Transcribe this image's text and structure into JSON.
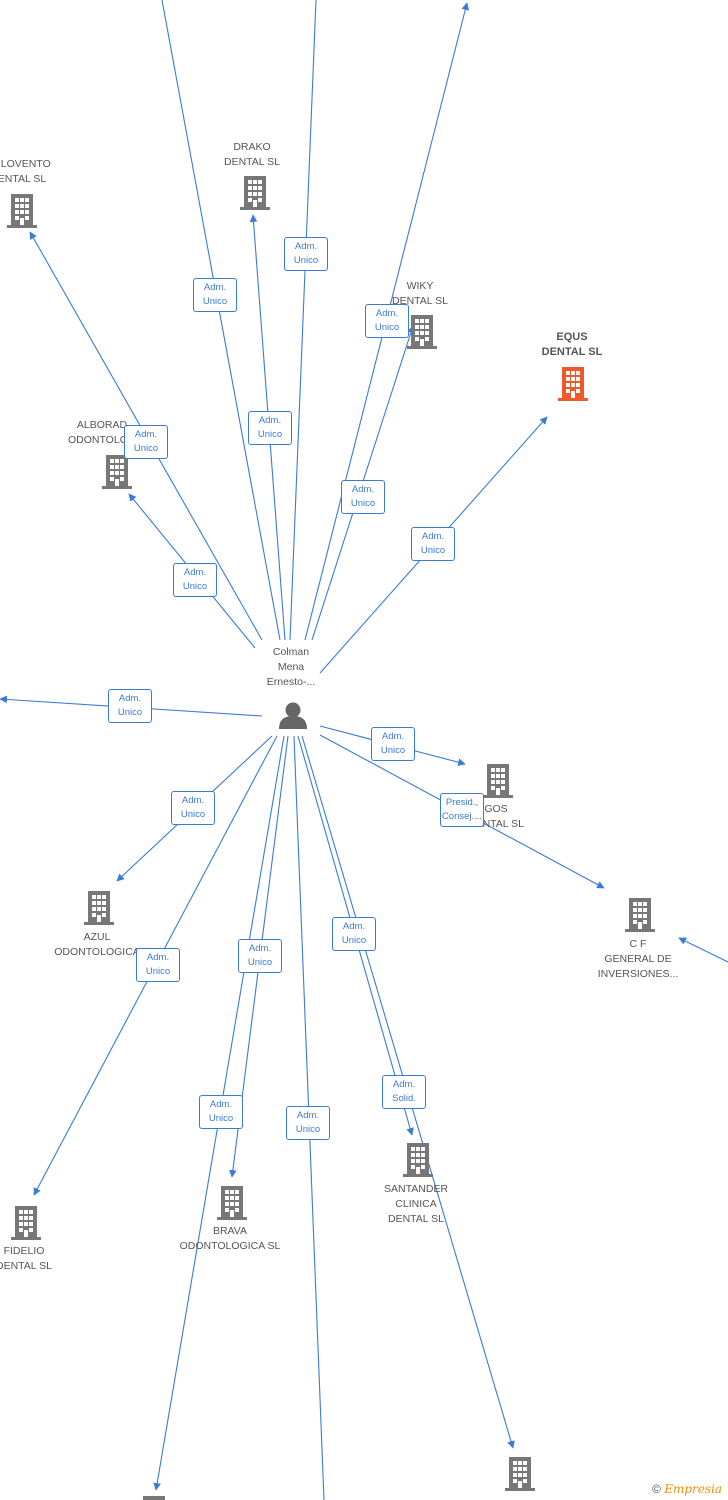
{
  "colors": {
    "edge": "#3a7bd5",
    "building": "#777777",
    "focus_building": "#f05a28",
    "person": "#666666"
  },
  "center": {
    "label": "Colman\nMena\nErnesto-..."
  },
  "nodes": [
    {
      "id": "barlovento",
      "label": "RLOVENTO\nENTAL SL",
      "icon": "building-icon"
    },
    {
      "id": "drako",
      "label": "DRAKO\nDENTAL SL",
      "icon": "building-icon"
    },
    {
      "id": "wiky",
      "label": "WIKY\nDENTAL SL",
      "icon": "building-icon"
    },
    {
      "id": "equs",
      "label": "EQUS\nDENTAL SL",
      "icon": "building-icon",
      "focus": true
    },
    {
      "id": "alborada",
      "label": "ALBORAD\nODONTOLOG",
      "icon": "building-icon"
    },
    {
      "id": "lagos",
      "label": "GOS\nDENTAL SL",
      "icon": "building-icon"
    },
    {
      "id": "cf",
      "label": "C F\nGENERAL DE\nINVERSIONES...",
      "icon": "building-icon"
    },
    {
      "id": "azul",
      "label": "AZUL\nODONTOLOGICA",
      "icon": "building-icon"
    },
    {
      "id": "santander",
      "label": "SANTANDER\nCLINICA\nDENTAL SL",
      "icon": "building-icon"
    },
    {
      "id": "brava",
      "label": "BRAVA\nODONTOLOGICA SL",
      "icon": "building-icon"
    },
    {
      "id": "fidelio",
      "label": "FIDELIO\nDENTAL SL",
      "icon": "building-icon"
    },
    {
      "id": "bottom-right",
      "label": "",
      "icon": "building-icon"
    }
  ],
  "edge_labels": [
    {
      "id": "e1",
      "text": "Adm.\nUnico"
    },
    {
      "id": "e2",
      "text": "Adm.\nUnico"
    },
    {
      "id": "e3",
      "text": "Adm.\nUnico"
    },
    {
      "id": "e4",
      "text": "Adm.\nUnico"
    },
    {
      "id": "e5",
      "text": "Adm.\nUnico"
    },
    {
      "id": "e6",
      "text": "Adm.\nUnico"
    },
    {
      "id": "e7",
      "text": "Adm.\nUnico"
    },
    {
      "id": "e8",
      "text": "Adm.\nUnico"
    },
    {
      "id": "e9",
      "text": "Adm.\nUnico"
    },
    {
      "id": "e10",
      "text": "Adm.\nUnico"
    },
    {
      "id": "e11",
      "text": "Presid.,\nConsej...."
    },
    {
      "id": "e12",
      "text": "Adm.\nUnico"
    },
    {
      "id": "e13",
      "text": "Adm.\nUnico"
    },
    {
      "id": "e14",
      "text": "Adm.\nUnico"
    },
    {
      "id": "e15",
      "text": "Adm.\nUnico"
    },
    {
      "id": "e16",
      "text": "Adm.\nSolid."
    },
    {
      "id": "e17",
      "text": "Adm.\nUnico"
    },
    {
      "id": "e18",
      "text": "Adm.\nUnico"
    }
  ],
  "credit": {
    "symbol": "©",
    "brand": "Empresia"
  }
}
